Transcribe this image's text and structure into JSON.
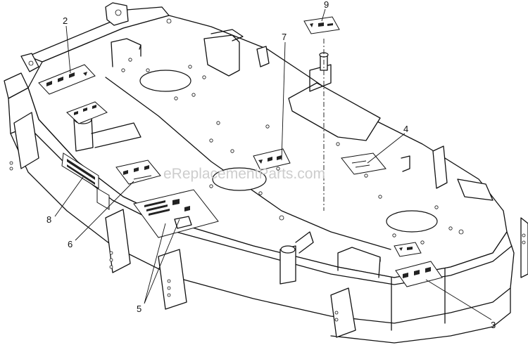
{
  "watermark": "eReplacementParts.com",
  "callouts": [
    {
      "id": "c2",
      "label": "2"
    },
    {
      "id": "c9",
      "label": "9"
    },
    {
      "id": "c7",
      "label": "7"
    },
    {
      "id": "c4",
      "label": "4"
    },
    {
      "id": "c8",
      "label": "8"
    },
    {
      "id": "c6",
      "label": "6"
    },
    {
      "id": "c5",
      "label": "5"
    },
    {
      "id": "c3",
      "label": "3"
    }
  ]
}
